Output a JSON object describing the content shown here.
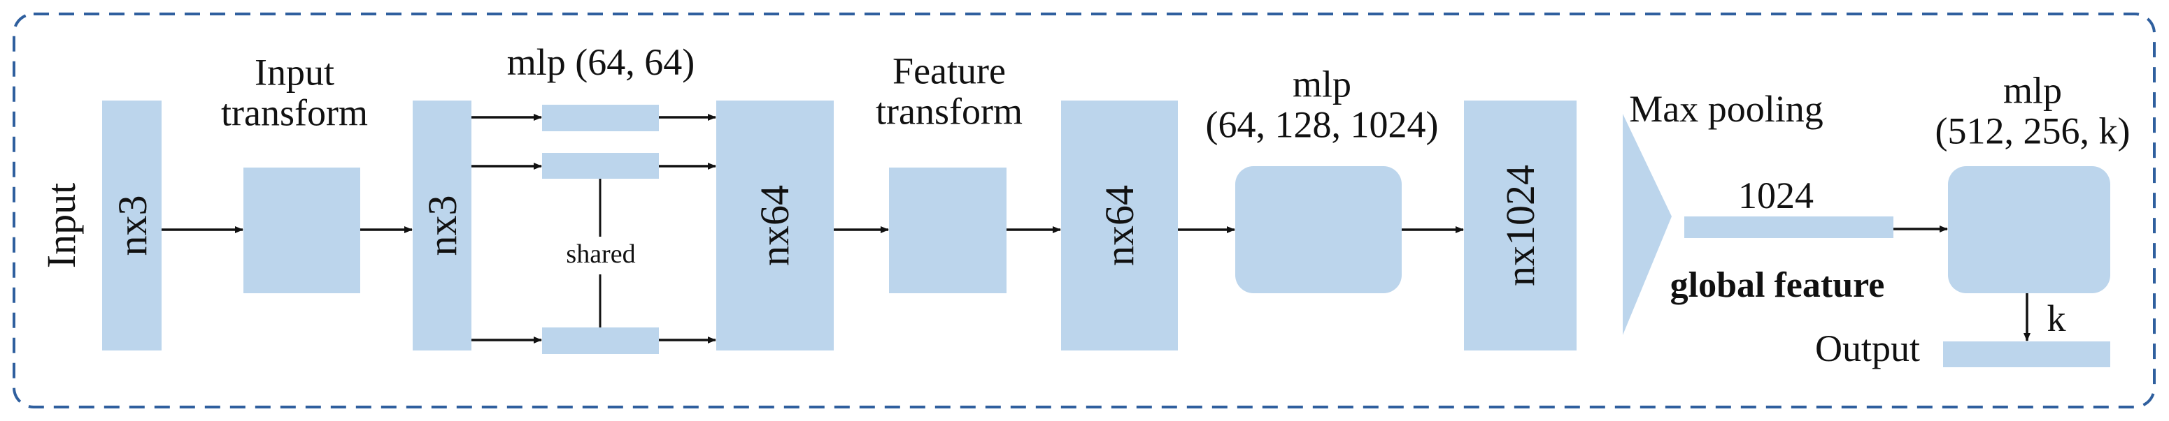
{
  "diagram": {
    "colors": {
      "box_fill": "#bcd5ec",
      "arrow": "#111111",
      "border": "#2f5f9e"
    },
    "labels": {
      "input": "Input",
      "input_transform": "Input\ntransform",
      "mlp_64_64": "mlp (64, 64)",
      "shared": "shared",
      "feature_transform": "Feature\ntransform",
      "mlp_64_128_1024": "mlp\n(64, 128, 1024)",
      "max_pooling": "Max pooling",
      "feature_1024": "1024",
      "global_feature": "global feature",
      "mlp_512_256_k": "mlp\n(512, 256, k)",
      "k": "k",
      "output": "Output"
    },
    "blocks": {
      "input_points": "nx3",
      "transformed_points": "nx3",
      "point_features": "nx64",
      "transformed_features": "nx64",
      "high_dim_features": "nx1024"
    }
  }
}
